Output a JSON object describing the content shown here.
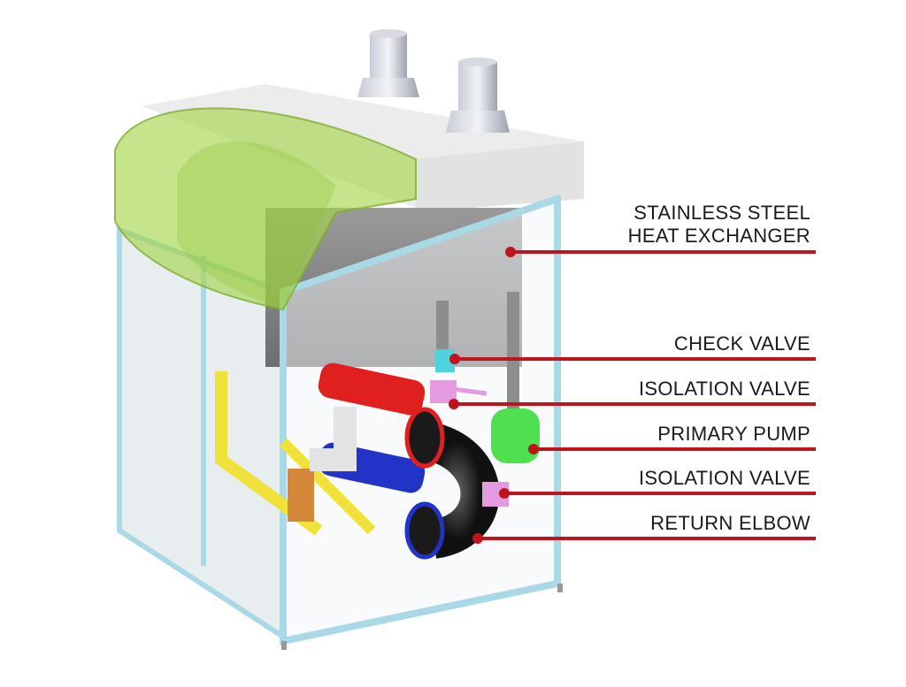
{
  "title": "Boiler internal components",
  "colors": {
    "leader": "#c0141c",
    "frame": "#a9d8e6",
    "cover": "#a6d64a"
  },
  "callouts": [
    {
      "lines": [
        "STAINLESS STEEL",
        "HEAT EXCHANGER"
      ]
    },
    {
      "lines": [
        "CHECK VALVE"
      ]
    },
    {
      "lines": [
        "ISOLATION VALVE"
      ]
    },
    {
      "lines": [
        "PRIMARY PUMP"
      ]
    },
    {
      "lines": [
        "ISOLATION VALVE"
      ]
    },
    {
      "lines": [
        "RETURN ELBOW"
      ]
    }
  ]
}
